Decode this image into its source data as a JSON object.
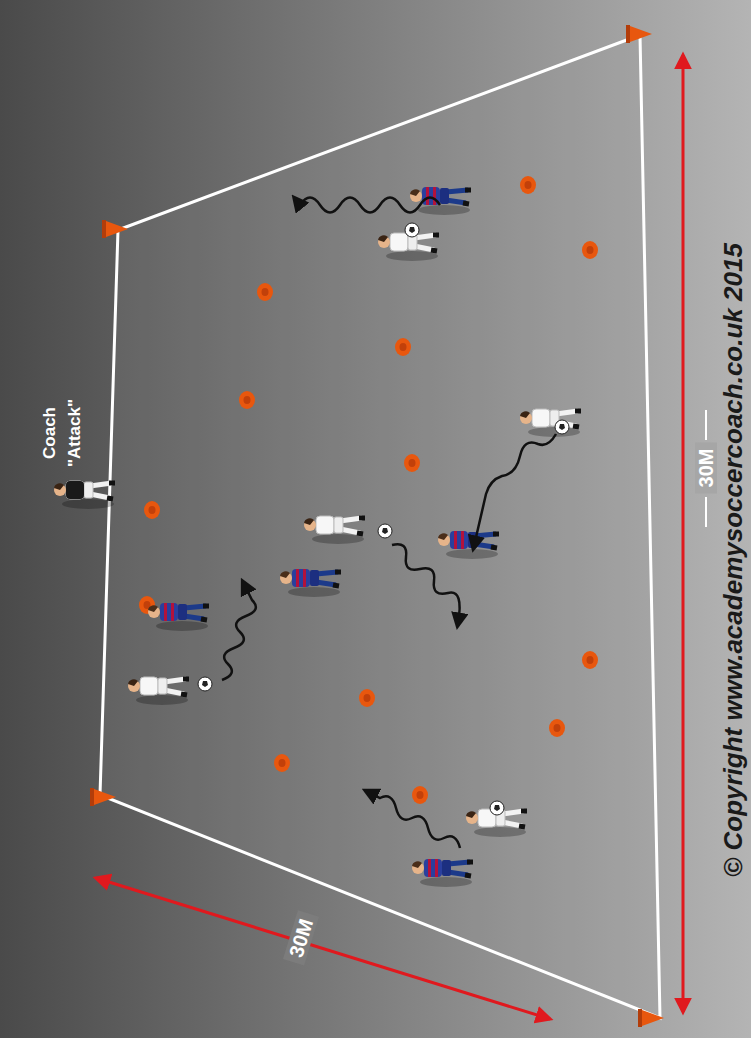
{
  "diagram": {
    "labels": [
      "Coach",
      "\"Attack\"",
      "30M",
      "30M",
      "© Copyright www.academysoccercoach.co.uk 2015"
    ]
  }
}
